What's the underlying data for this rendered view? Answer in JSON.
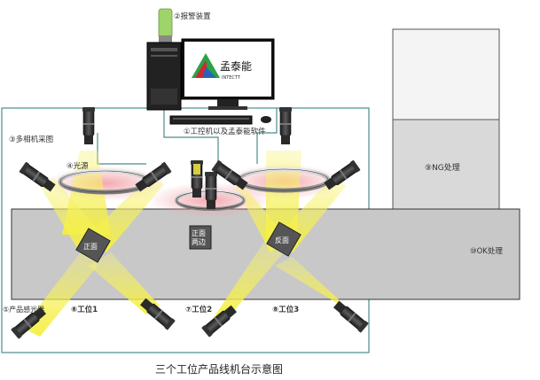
{
  "labels": {
    "alarm": "②报警装置",
    "ipc": "①工控机以及孟泰能软件",
    "multi_camera": "③多相机采图",
    "light": "④光源",
    "ng": "⑨NG处理",
    "ok": "⑩OK处理",
    "sensor": "⑤产品感光器",
    "station1": "⑥工位1",
    "station2": "⑦工位2",
    "station3": "⑧工位3",
    "face_front": "正面",
    "face_front_side": "正面\n两边",
    "face_back": "反面",
    "caption": "三个工位产品线机台示意图"
  },
  "monitor": {
    "brand_text": "孟泰能",
    "brand_sub": "INTECTT"
  },
  "colors": {
    "beam": "#f4ef3a",
    "ring_glow": "#f08090",
    "conveyor": "#c8c8c8",
    "frame_line": "#4a8c8c",
    "alarm_light": "#9ed46a"
  }
}
